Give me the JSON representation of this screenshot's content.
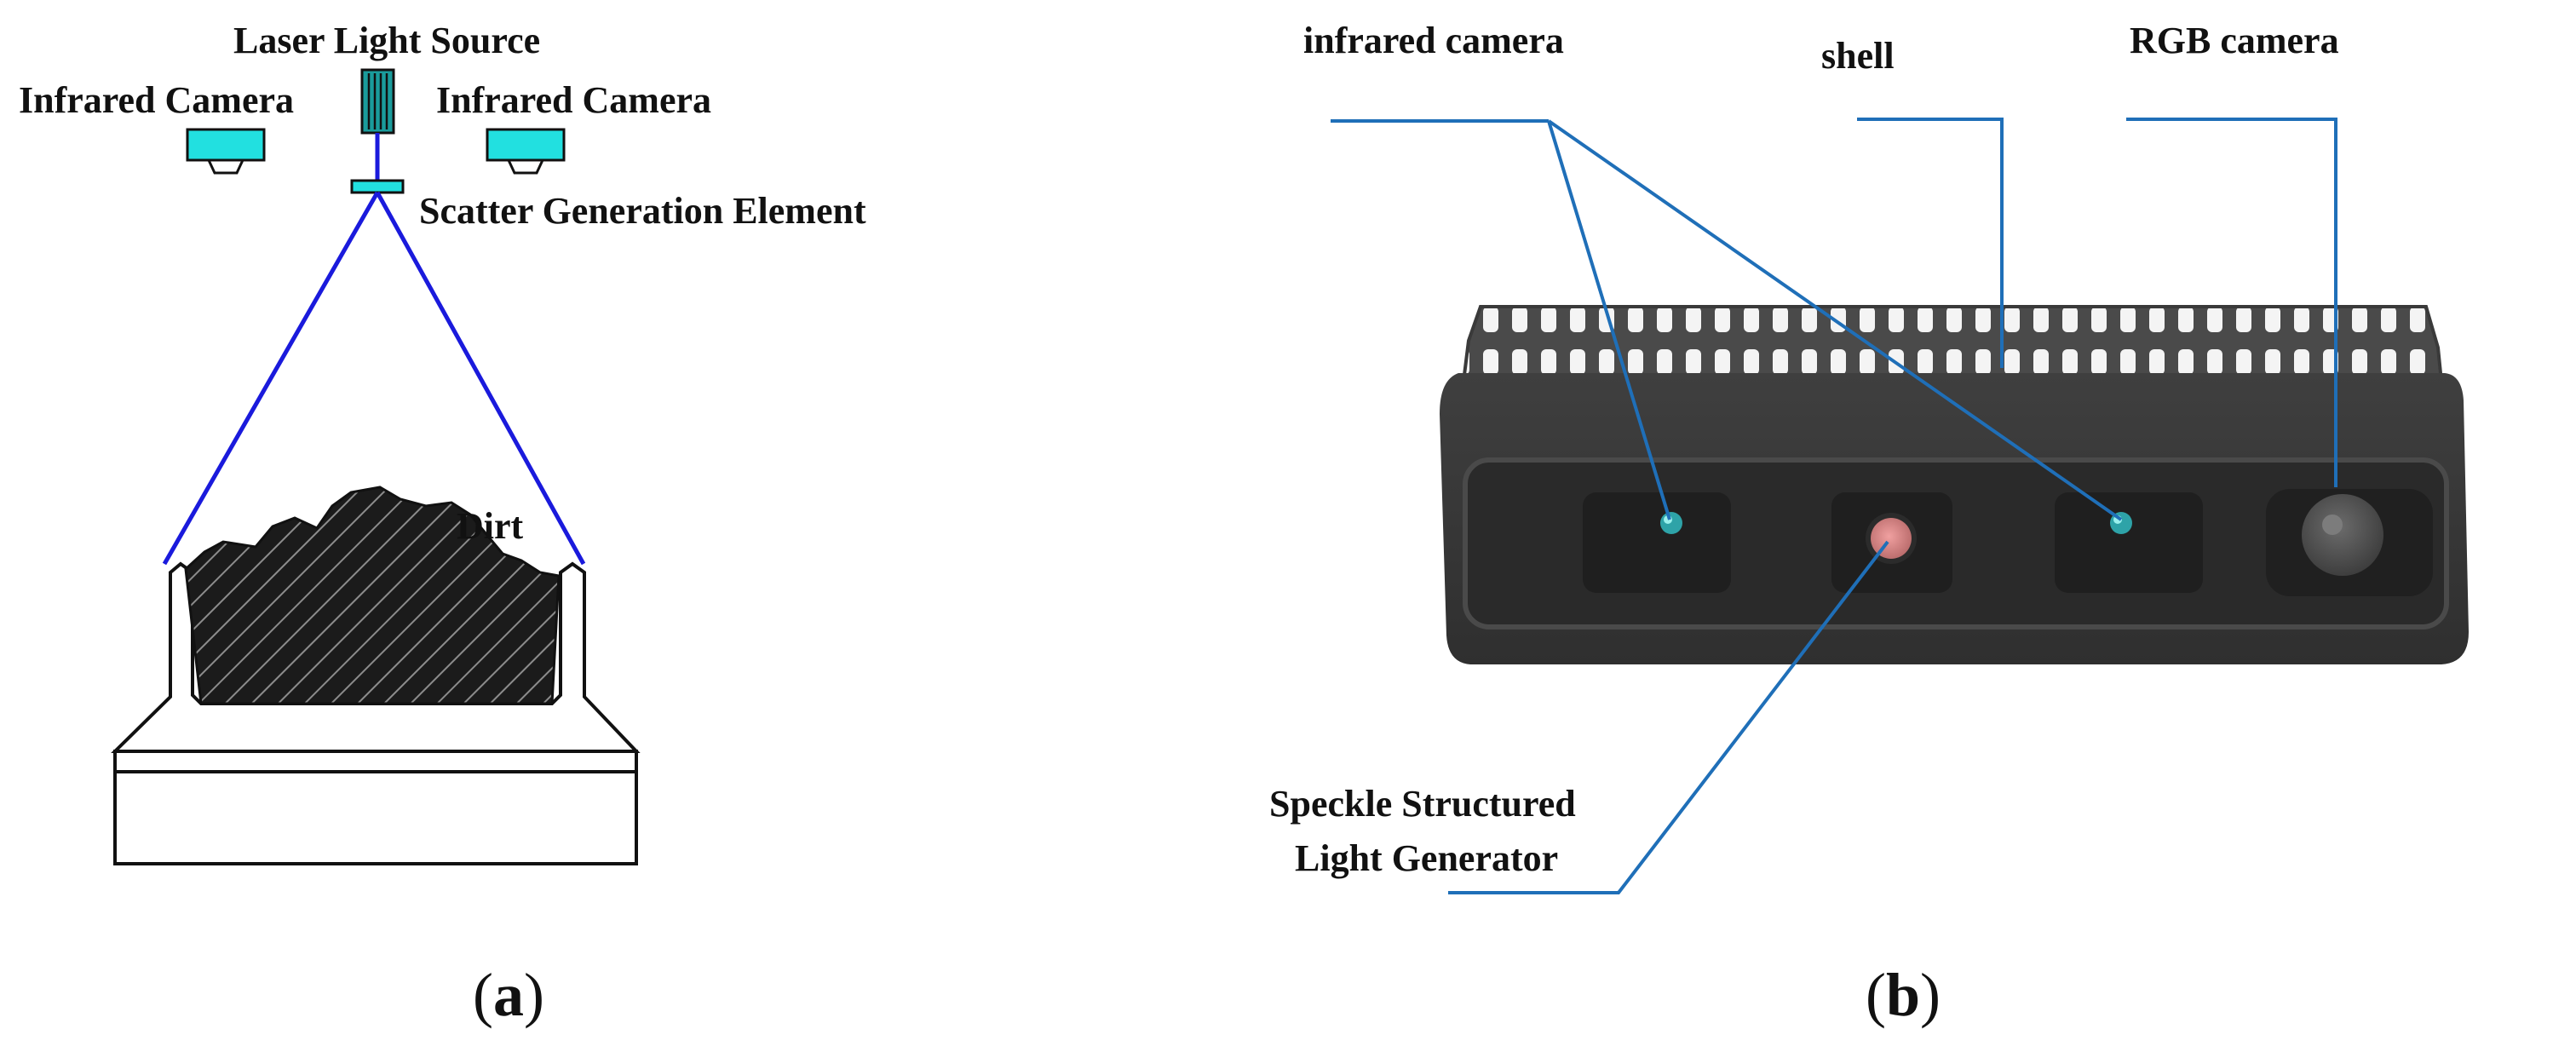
{
  "panel_a": {
    "laser_light_source": "Laser Light Source",
    "infrared_camera_left": "Infrared Camera",
    "infrared_camera_right": "Infrared Camera",
    "scatter_generation_element": "Scatter Generation Element",
    "dirt": "Dirt",
    "caption_open": "(",
    "caption_letter": "a",
    "caption_close": ")"
  },
  "panel_b": {
    "infrared_camera": "infrared camera",
    "shell": "shell",
    "rgb_camera": "RGB camera",
    "speckle_line1": "Speckle Structured",
    "speckle_line2": "Light Generator",
    "caption_open": "(",
    "caption_letter": "b",
    "caption_close": ")"
  },
  "colors": {
    "beam": "#1a1adc",
    "leader": "#1f6fb8",
    "camera_fill": "#22e0e0",
    "device_body": "#3a3a3a",
    "rgb_lens": "#575757",
    "speckle_lens": "#e08a8a"
  }
}
